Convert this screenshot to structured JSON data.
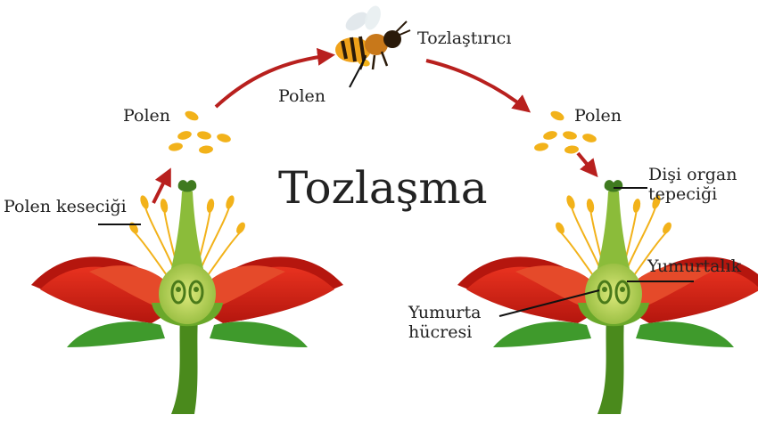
{
  "title": "Tozlaşma",
  "labels": {
    "polen_left": "Polen",
    "polen_mid": "Polen",
    "polen_right": "Polen",
    "pollinator": "Tozlaştırıcı",
    "anther": "Polen keseciği",
    "stigma": "Dişi organ tepeciği",
    "ovary": "Yumurtalık",
    "ovule": "Yumurta hücresi"
  },
  "colors": {
    "petal": "#d9281c",
    "petal_dark": "#a8170f",
    "leaf": "#3f9a2c",
    "stem": "#4f8d1f",
    "pistil": "#8bbc3a",
    "ovary": "#b4d04a",
    "pollen": "#f2b21a",
    "arrow": "#b8201e",
    "bee_body": "#f0a21a"
  },
  "icons": [
    "bee-icon",
    "flower-left-icon",
    "flower-right-icon",
    "pollen-grain-icon",
    "arrow-icon"
  ]
}
